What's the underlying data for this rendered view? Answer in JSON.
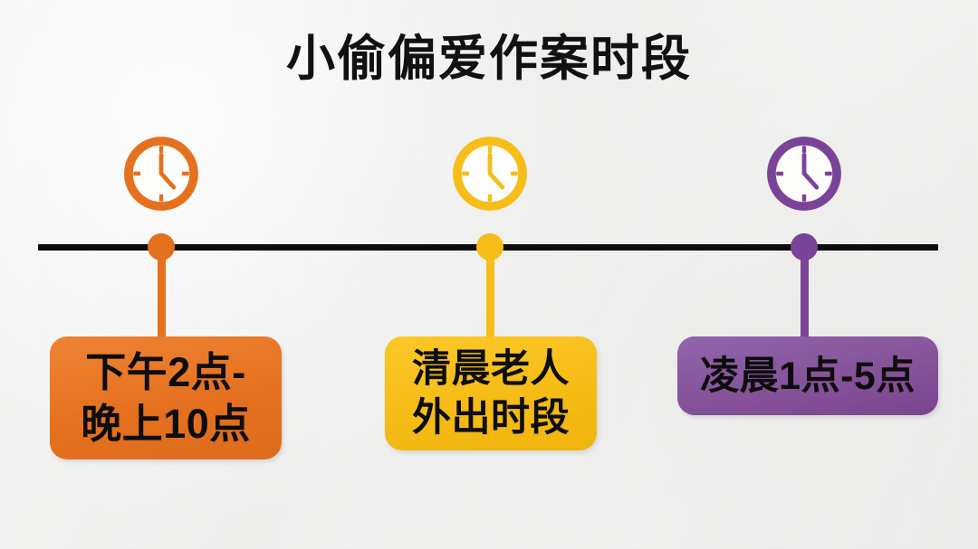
{
  "header": {
    "title": "小偷偏爱作案时段"
  },
  "timeline": {
    "axis_color": "#0d0d0d",
    "background_color": "#f1f1f0"
  },
  "milestones": [
    {
      "id": "milestone-1",
      "clock_icon": "clock-icon",
      "color": "#e5701e",
      "label": "下午2点-\n晚上10点",
      "label_line1": "下午2点-",
      "label_line2": "晚上10点"
    },
    {
      "id": "milestone-2",
      "clock_icon": "clock-icon",
      "color": "#f7bd18",
      "label": "清晨老人\n外出时段",
      "label_line1": "清晨老人",
      "label_line2": "外出时段"
    },
    {
      "id": "milestone-3",
      "clock_icon": "clock-icon",
      "color": "#7b4397",
      "label": "凌晨1点-5点",
      "label_line1": "凌晨1点-5点",
      "label_line2": ""
    }
  ],
  "watermark": {
    "text": ""
  }
}
